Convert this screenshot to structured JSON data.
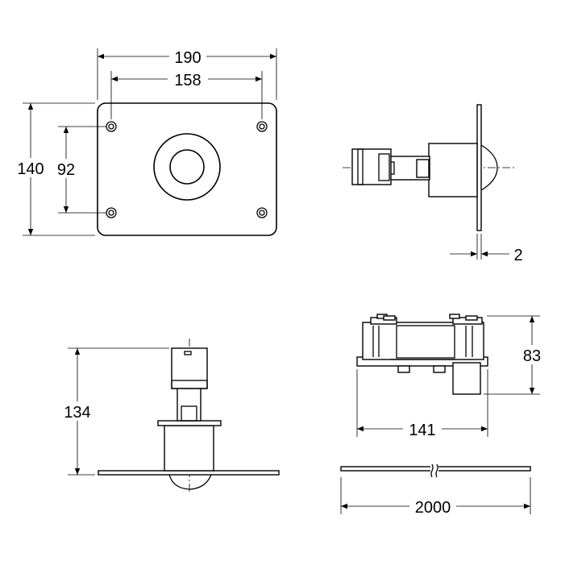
{
  "dimensions": {
    "plate_width": "190",
    "hole_spacing_horizontal": "158",
    "plate_height": "140",
    "hole_spacing_vertical": "92",
    "plate_thickness": "2",
    "unit_height": "134",
    "box_height": "83",
    "box_width": "141",
    "cable_length": "2000"
  }
}
